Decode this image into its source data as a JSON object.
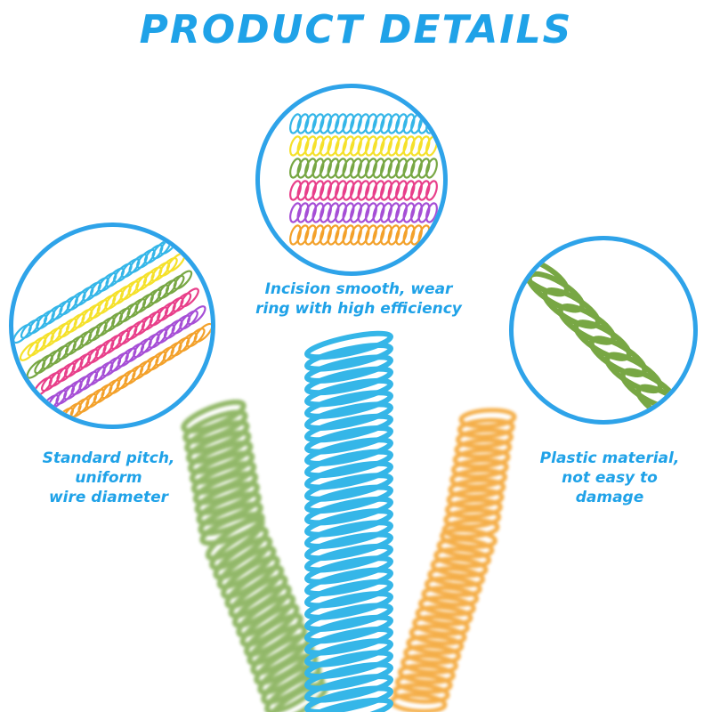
{
  "title": "PRODUCT DETAILS",
  "captions": {
    "top": [
      "Incision smooth, wear",
      "ring with high efficiency"
    ],
    "left": [
      "Standard pitch,",
      "uniform",
      "wire diameter"
    ],
    "right": [
      "Plastic material,",
      "not easy to",
      "damage"
    ]
  },
  "colors": {
    "accent": "#1fa2e8",
    "border": "#2ea3e9",
    "spring_blue": "#35b6e8",
    "spring_yellow": "#f5e12b",
    "spring_green": "#78a744",
    "spring_pink": "#e83f8a",
    "spring_purple": "#a64fd6",
    "spring_orange": "#f3a12b"
  },
  "icons": {
    "top_circle": "stacked-binding-coils-icon",
    "left_circle": "diagonal-binding-coils-icon",
    "right_circle": "single-green-coil-icon"
  }
}
